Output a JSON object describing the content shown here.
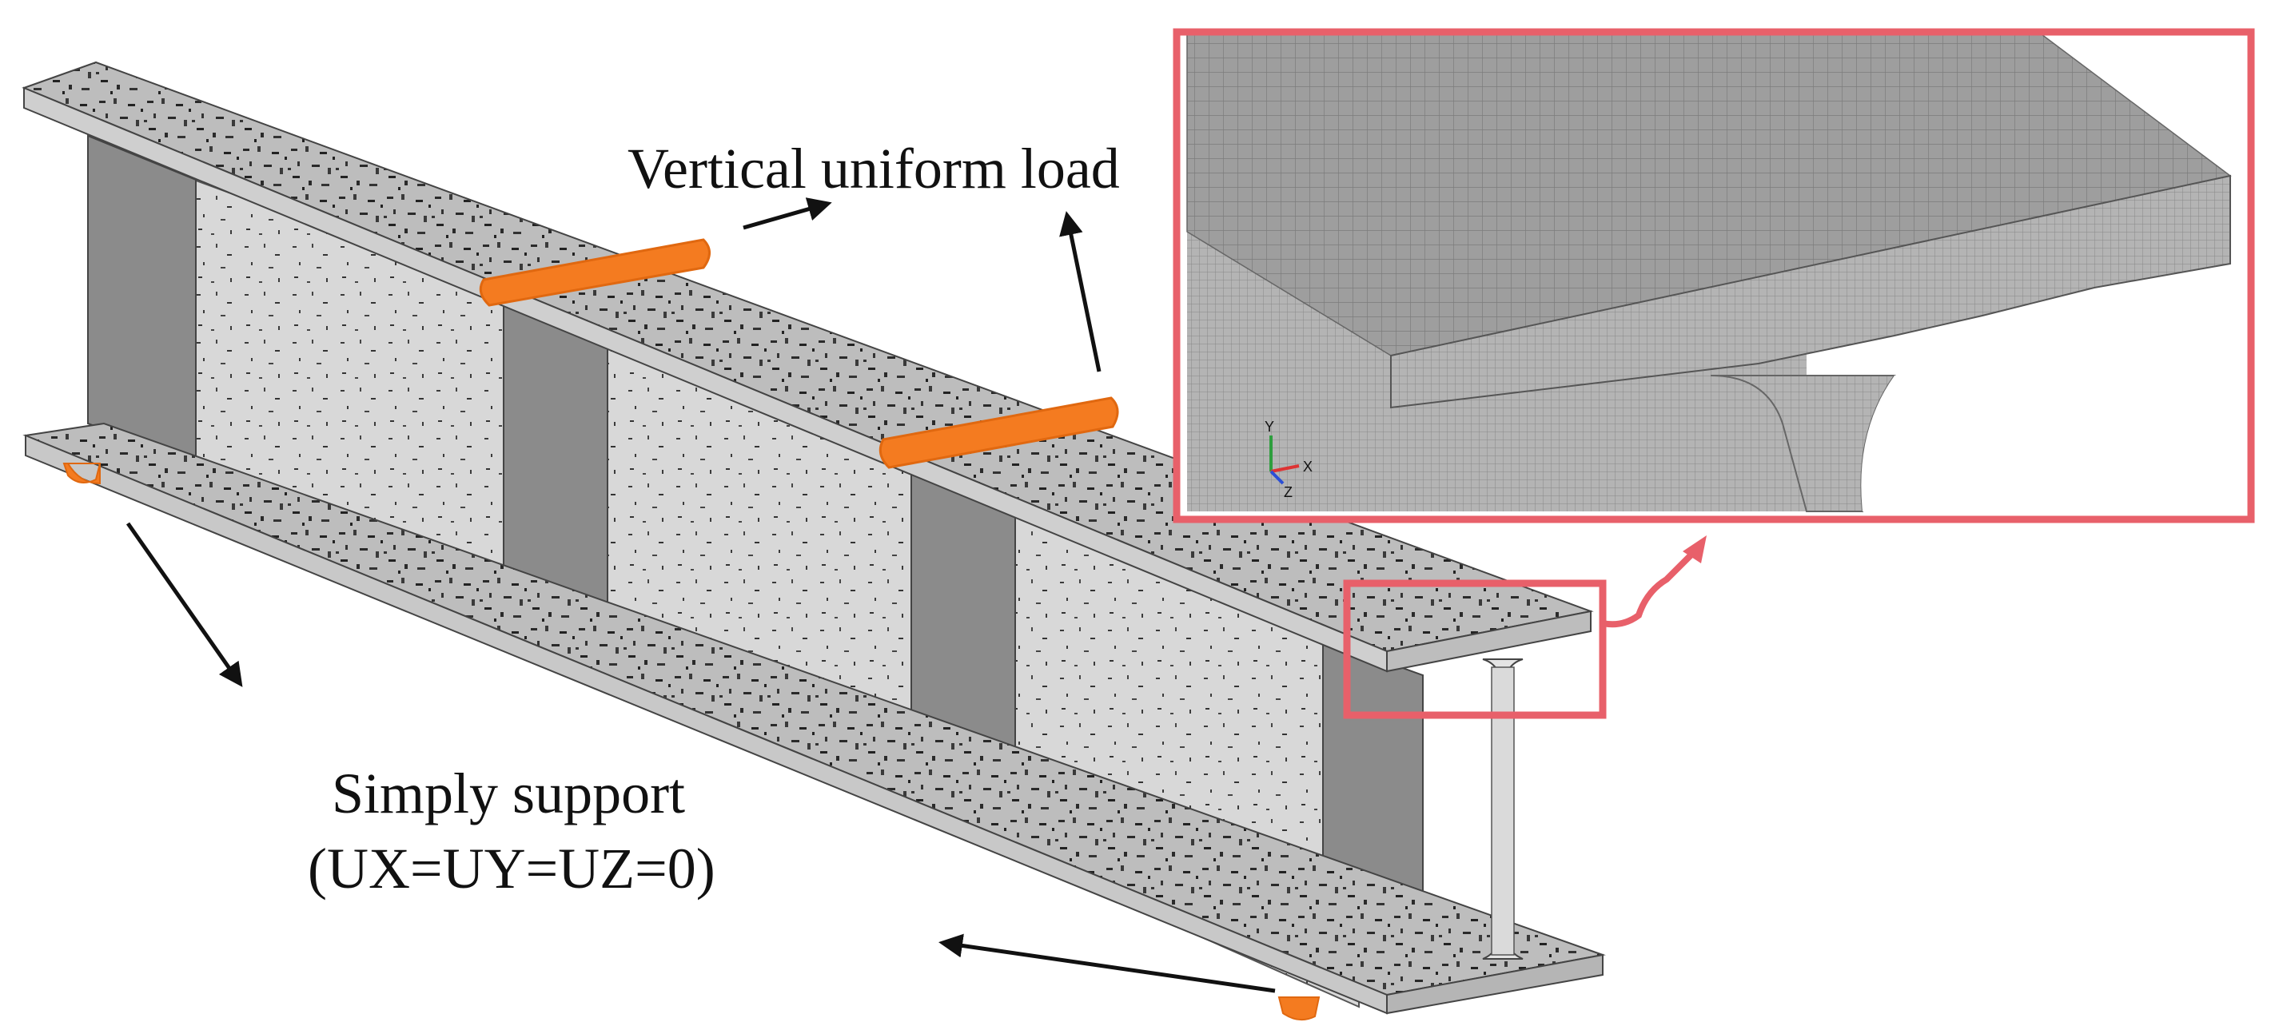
{
  "labels": {
    "load": "Vertical uniform load",
    "support_line1": "Simply support",
    "support_line2": "(UX=UY=UZ=0)"
  },
  "triad": {
    "x": "X",
    "y": "Y",
    "z": "Z"
  },
  "colors": {
    "steel_light": "#cfcfcf",
    "steel_mid": "#a9a9a9",
    "steel_dark": "#7a7a7a",
    "speckle": "#2a2a2a",
    "load_strip": "#f47b20",
    "highlight_box": "#e8606a",
    "arrow": "#111111"
  }
}
